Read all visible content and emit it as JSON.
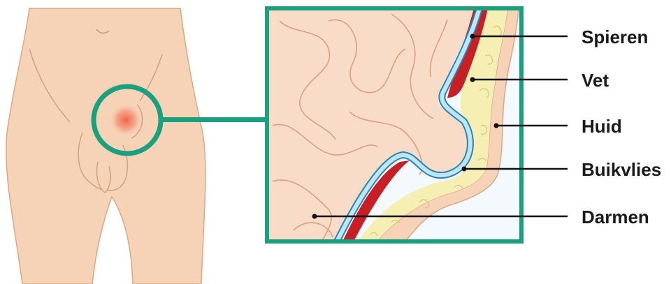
{
  "labels": [
    {
      "id": "spieren",
      "text": "Spieren"
    },
    {
      "id": "vet",
      "text": "Vet"
    },
    {
      "id": "huid",
      "text": "Huid"
    },
    {
      "id": "buikvlies",
      "text": "Buikvlies"
    },
    {
      "id": "darmen",
      "text": "Darmen"
    }
  ],
  "colors": {
    "skin": "#f6d2b6",
    "skin_outline": "#d9a887",
    "accent": "#19a07f",
    "muscle": "#c61f26",
    "fat": "#f6efb4",
    "peritoneum": "#a9dcf0",
    "intestine": "#f9dcc8",
    "leader_line": "#111111",
    "hernia_spot": "#ef5a3a"
  }
}
